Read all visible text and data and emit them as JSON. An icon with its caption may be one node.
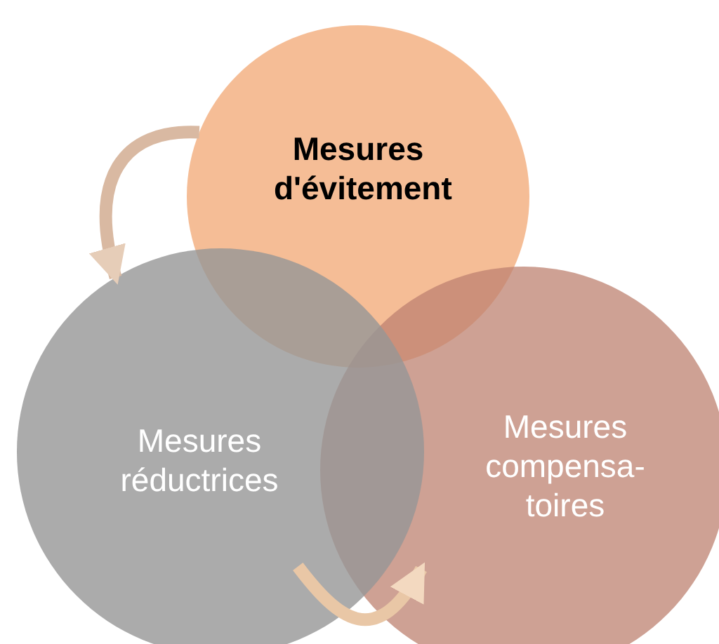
{
  "diagram": {
    "nodes": [
      {
        "text": [
          "Mesures d'évitement"
        ]
      },
      {
        "text": [
          "Mesures réductrices"
        ]
      },
      {
        "text": [
          "Mesures compensa- toires"
        ]
      }
    ],
    "edges": [
      {
        "from": 0,
        "to": 1,
        "arrow": "to"
      },
      {
        "from": 1,
        "to": 2,
        "arrow": "to"
      }
    ]
  }
}
